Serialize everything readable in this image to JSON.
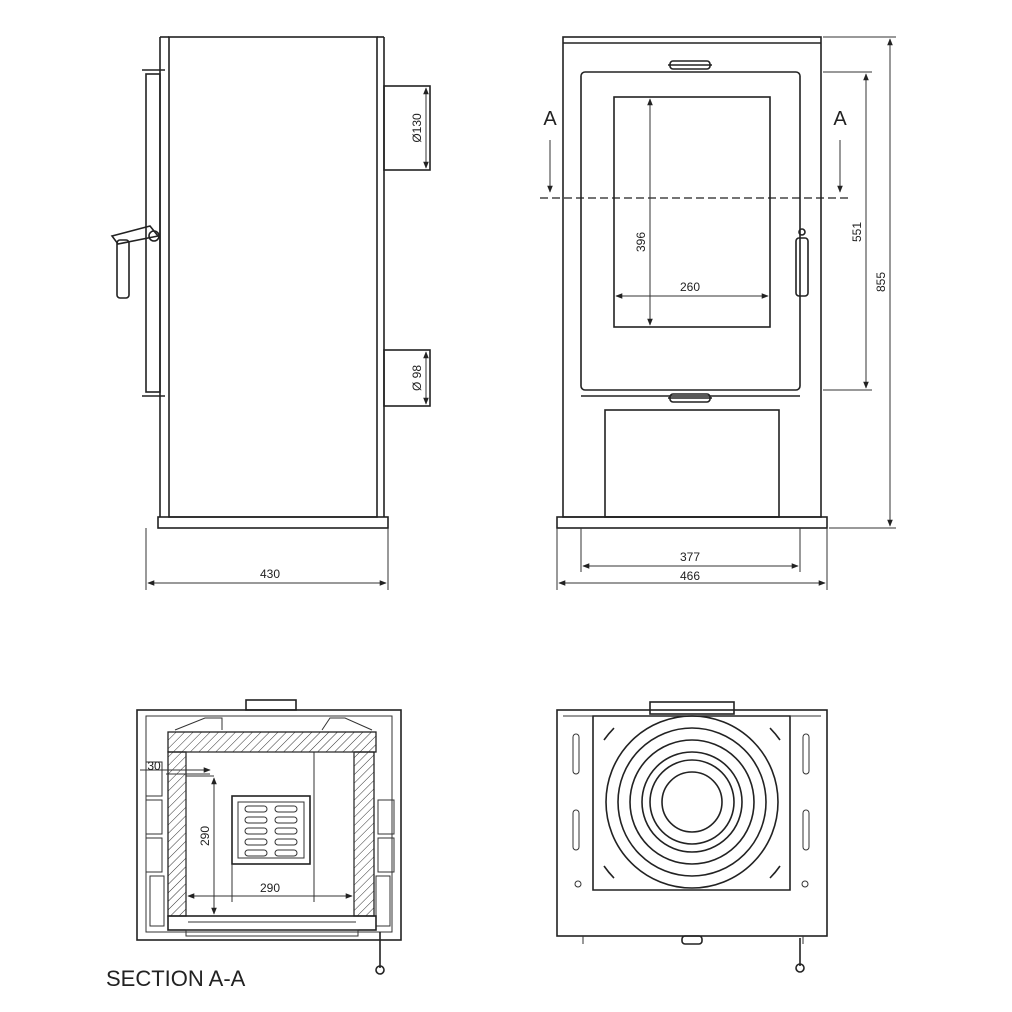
{
  "dimensions": {
    "side_width": "430",
    "flue_top": "Ø130",
    "flue_bottom": "Ø 98",
    "glass_height": "396",
    "glass_width": "260",
    "door_height": "551",
    "total_height": "855",
    "base_inner_width": "377",
    "total_width": "466",
    "sec_offset": "30",
    "sec_depth": "290",
    "sec_width": "290"
  },
  "labels": {
    "section_marker_left": "A",
    "section_marker_right": "A",
    "section_caption": "SECTION A-A"
  }
}
